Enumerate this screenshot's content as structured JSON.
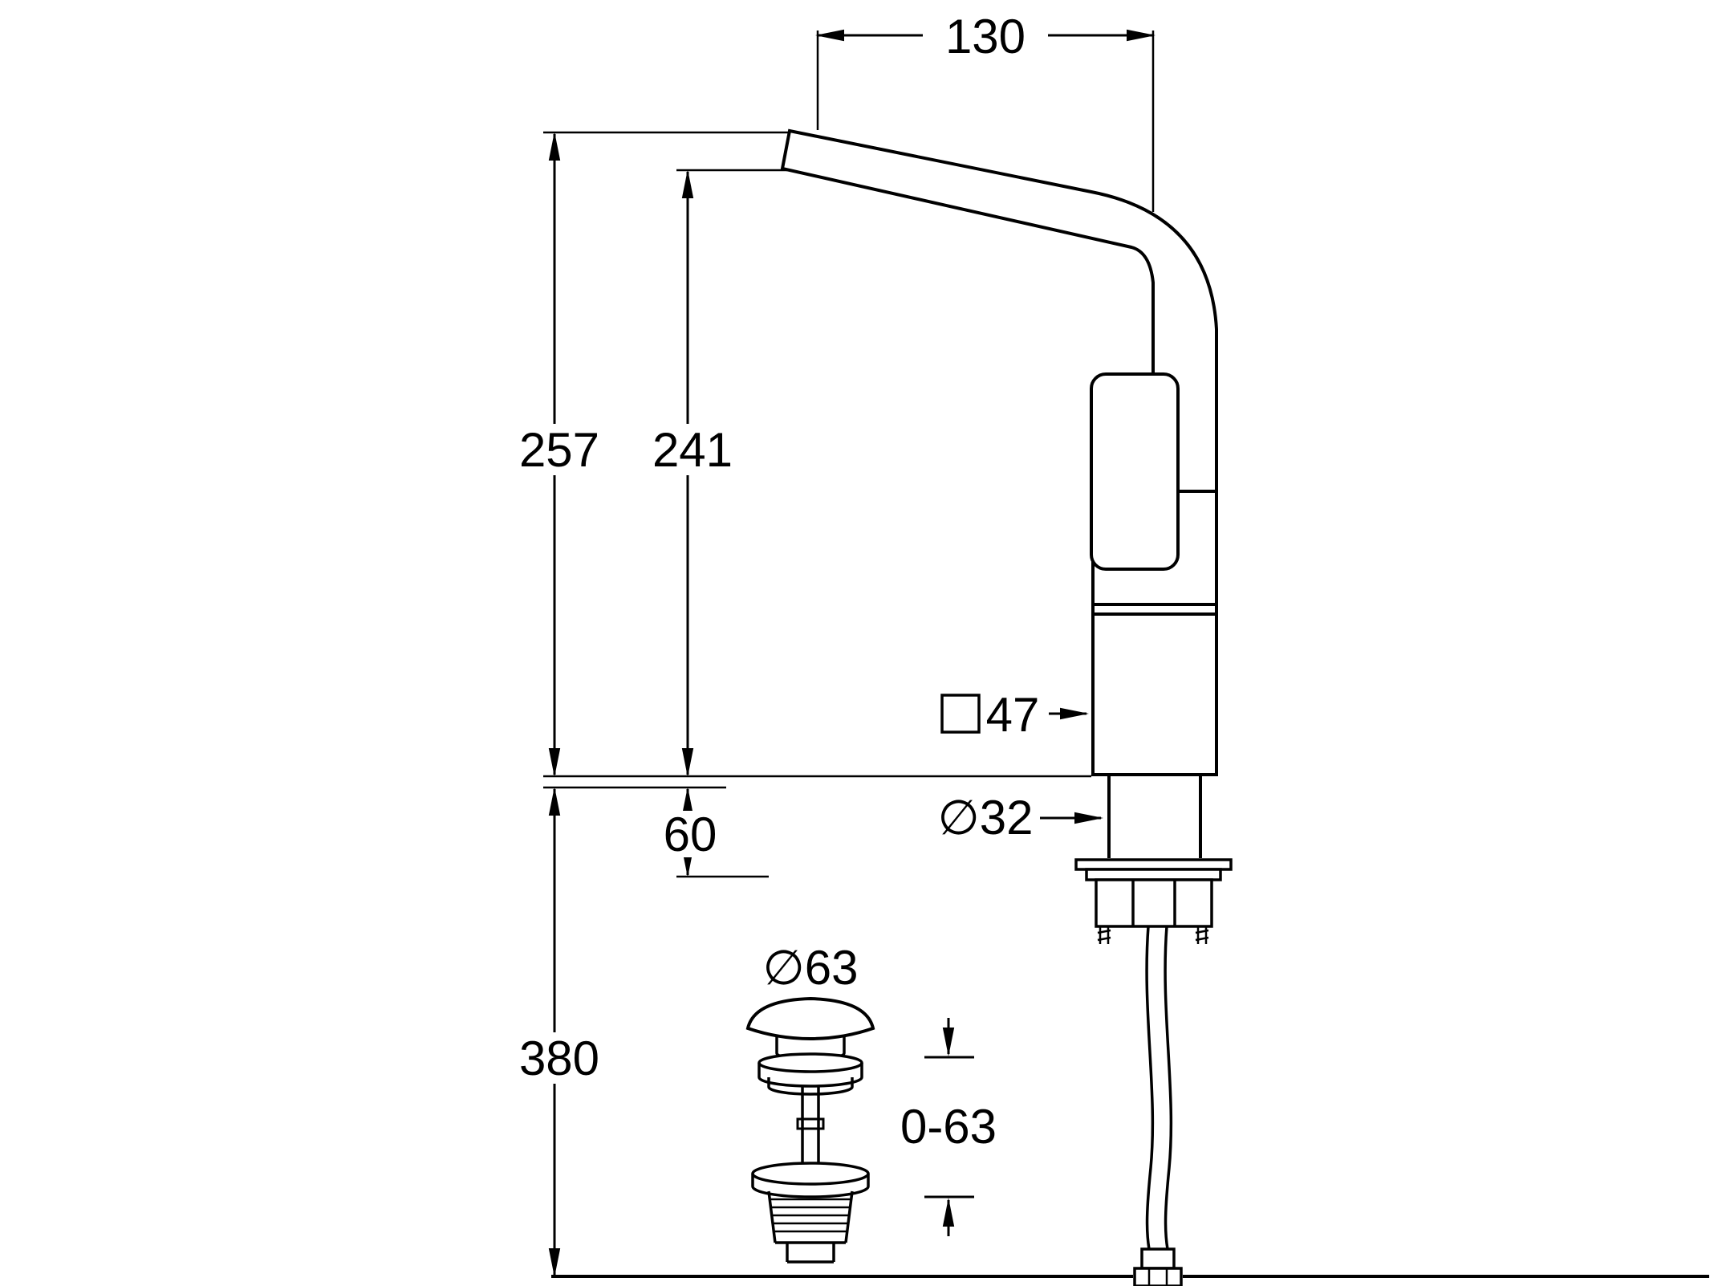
{
  "colors": {
    "line": "#000000",
    "background": "#ffffff"
  },
  "dimensions": {
    "spout_reach": "130",
    "total_height": "257",
    "spout_outlet_height": "241",
    "max_deck_thickness": "60",
    "below_deck_length": "380",
    "body_square_size": "47",
    "shank_diameter": "∅32",
    "drain_cap_diameter": "∅63",
    "drain_adjustment_range": "0-63"
  }
}
